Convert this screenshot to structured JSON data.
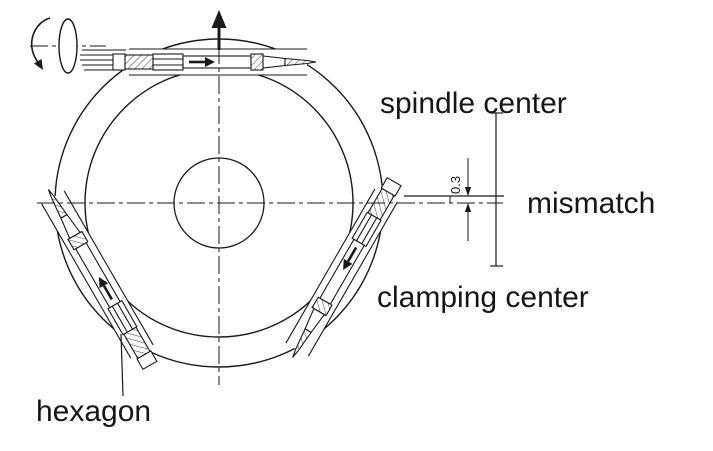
{
  "labels": {
    "spindle_center": "spindle center",
    "mismatch": "mismatch",
    "clamping_center": "clamping center",
    "hexagon": "hexagon",
    "dimension_value": "0.3"
  },
  "icons": {
    "up_arrow": "↑",
    "rotation_arrow": "↺",
    "feed_arrow": "▶"
  },
  "colors": {
    "line": "#1a1a1a",
    "text": "#161616",
    "background": "#ffffff"
  }
}
